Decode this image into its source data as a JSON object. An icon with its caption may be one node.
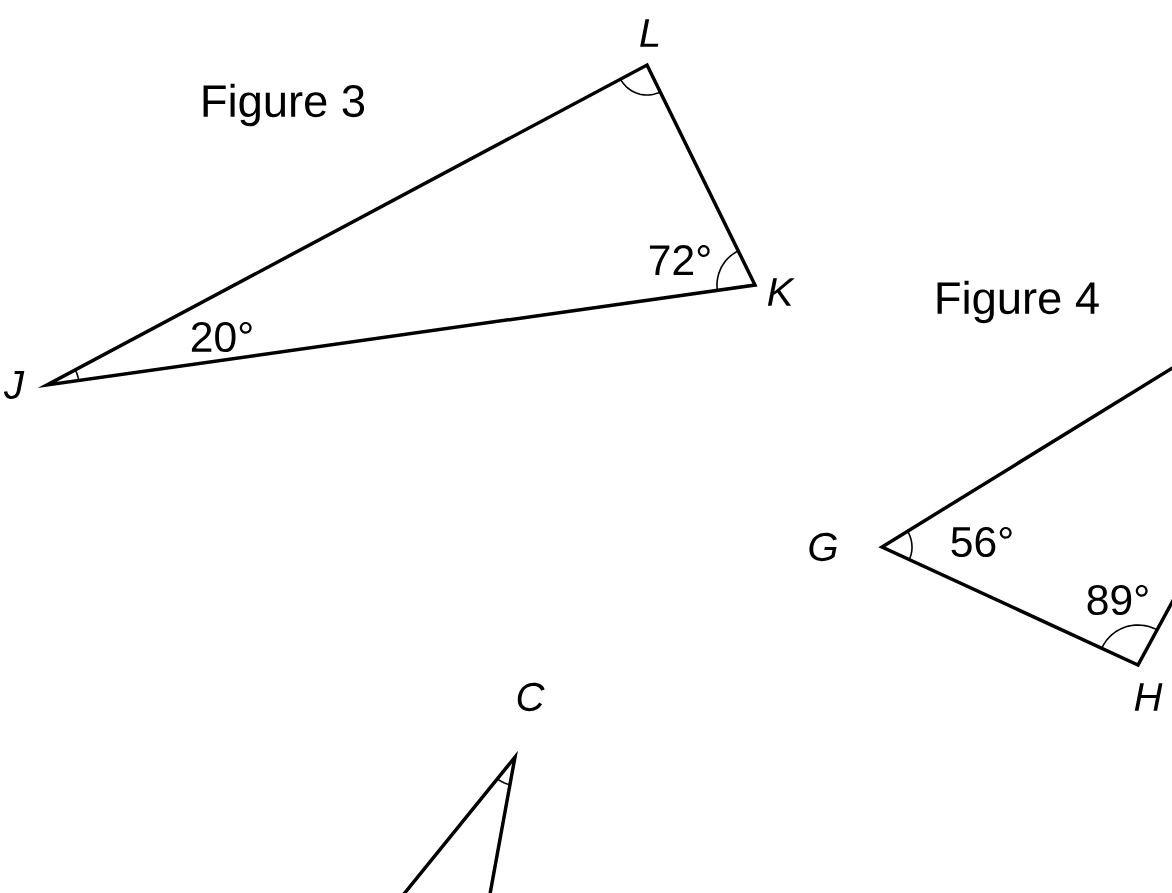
{
  "diagram": {
    "labels": [
      "L",
      "Figure 3",
      "72°",
      "K",
      "Figure 4",
      "20°",
      "J",
      "G",
      "56°",
      "89°",
      "H",
      "C"
    ]
  }
}
